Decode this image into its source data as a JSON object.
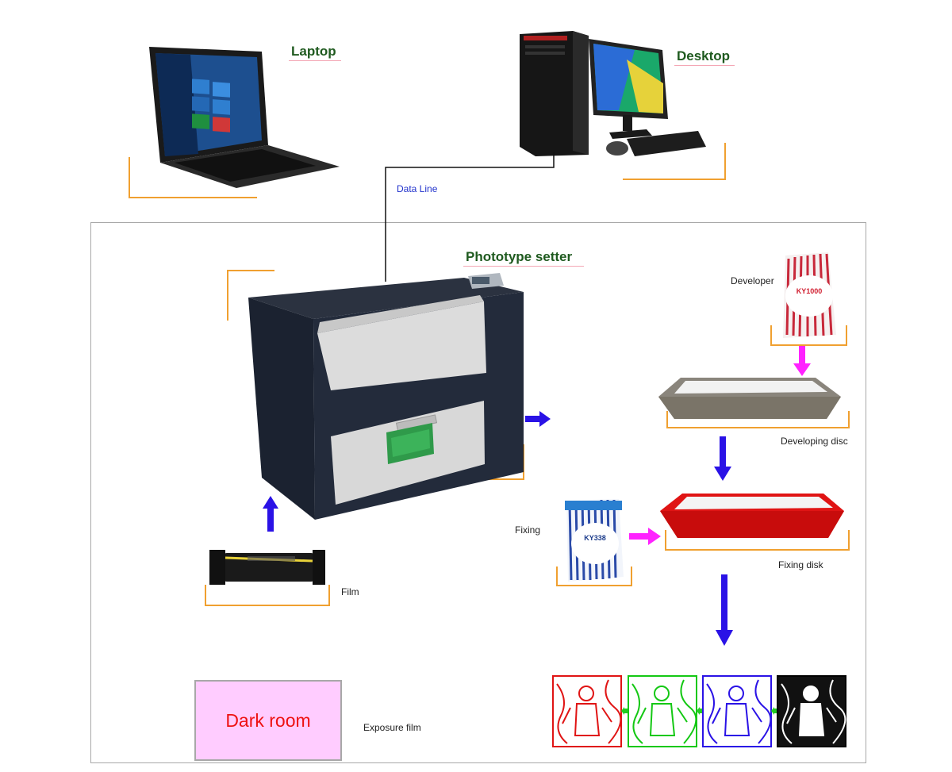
{
  "labels": {
    "laptop": "Laptop",
    "desktop": "Desktop",
    "data_line": "Data Line",
    "phototype_setter": "Phototype setter",
    "developer": "Developer",
    "developing_disc": "Developing disc",
    "fixing": "Fixing",
    "fixing_disk": "Fixing disk",
    "film": "Film",
    "dark_room": "Dark room",
    "exposure_film": "Exposure film"
  },
  "product_text": {
    "developer_bag": "KY1000",
    "fixing_bag": "KY338"
  },
  "colors": {
    "arrow_blue": "#2a12e6",
    "arrow_magenta": "#ff22ff",
    "arrow_green": "#22cc22",
    "bracket_orange": "#f0a030",
    "label_green": "#1f5a1f",
    "dark_room_fill": "#ffccff",
    "dark_room_text": "#ee1111",
    "data_line_text": "#2233cc"
  },
  "separations": [
    "red",
    "green",
    "blue",
    "black"
  ]
}
